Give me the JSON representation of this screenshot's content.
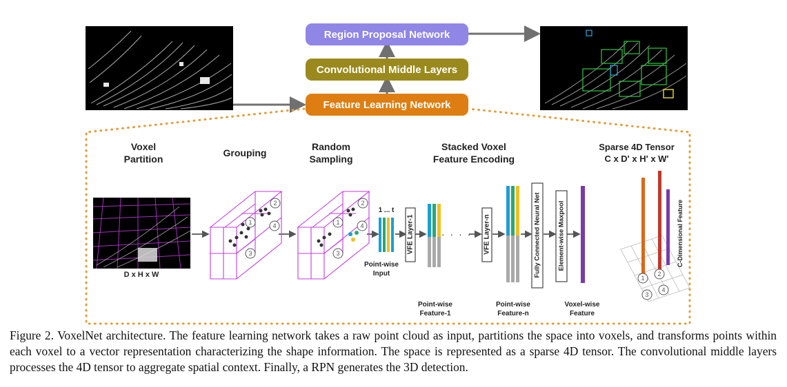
{
  "top": {
    "rpn_label": "Region Proposal Network",
    "cml_label": "Convolutional Middle Layers",
    "fln_label": "Feature Learning Network",
    "rpn_color": "#8f86e6",
    "cml_color": "#9a8a1e",
    "fln_color": "#de7e12"
  },
  "steps": {
    "voxel_partition": [
      "Voxel",
      "Partition"
    ],
    "grouping": "Grouping",
    "random_sampling": [
      "Random",
      "Sampling"
    ],
    "svfe": [
      "Stacked Voxel",
      "Feature Encoding"
    ],
    "sparse_tensor": [
      "Sparse 4D Tensor",
      "C x D' x H' x W'"
    ]
  },
  "labels": {
    "dhw": "D x H x W",
    "one_to_t": "1 ... t",
    "pointwise_input": [
      "Point-wise",
      "Input"
    ],
    "pointwise_feature_1": [
      "Point-wise",
      "Feature-1"
    ],
    "pointwise_feature_n": [
      "Point-wise",
      "Feature-n"
    ],
    "voxelwise_feature": [
      "Voxel-wise",
      "Feature"
    ],
    "vfe_layer_1": "VFE Layer-1",
    "vfe_layer_n": "VFE Layer-n",
    "fcn": "Fully Connected Neural Net",
    "maxpool": "Element-wise Maxpool",
    "c_dim": "C-Dimensional Feature",
    "circles": [
      "1",
      "2",
      "3",
      "4"
    ]
  },
  "colors": {
    "voxel_grid": "#c13be0",
    "bar_blue": "#1a9fd4",
    "bar_green": "#2aa874",
    "bar_yellow": "#f0c020",
    "bar_gray": "#a9a9a9",
    "bar_purple": "#7a3aa8",
    "bar_orange": "#d9681a",
    "bar_red": "#c0392b",
    "dotted": "#e0a040",
    "arrow": "#707070"
  },
  "caption": "Figure 2. VoxelNet architecture. The feature learning network takes a raw point cloud as input, partitions the space into voxels, and transforms points within each voxel to a vector representation characterizing the shape information. The space is represented as a sparse 4D tensor. The convolutional middle layers processes the 4D tensor to aggregate spatial context. Finally, a RPN generates the 3D detection."
}
